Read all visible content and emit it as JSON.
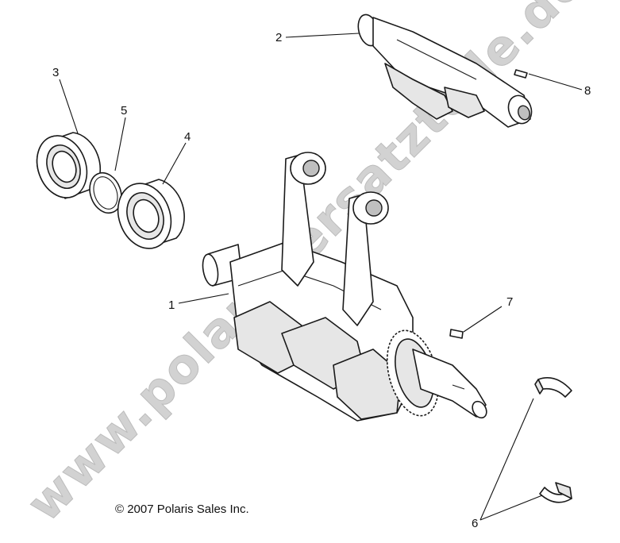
{
  "watermark": "www.polaris-ersatzteile.de",
  "copyright": "© 2007 Polaris Sales Inc.",
  "callouts": {
    "c1": "1",
    "c2": "2",
    "c3": "3",
    "c4": "4",
    "c5": "5",
    "c6": "6",
    "c7": "7",
    "c8": "8"
  },
  "colors": {
    "line": "#1a1a1a",
    "watermark": "#d2d2d2",
    "background": "#ffffff"
  }
}
